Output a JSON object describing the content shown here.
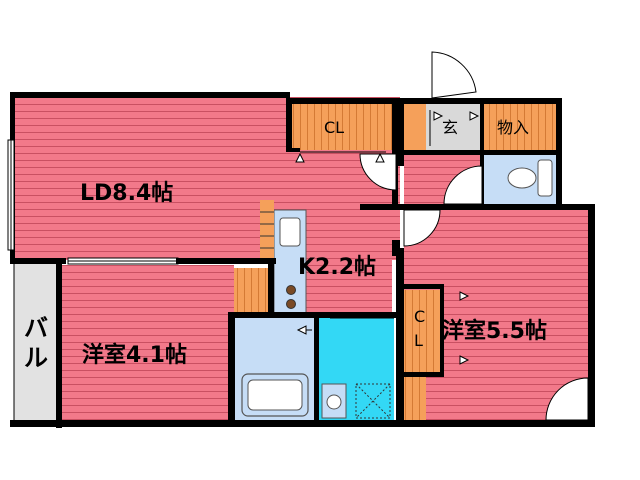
{
  "colors": {
    "room_floor": "#F2798A",
    "floor_lines": "#C95062",
    "storage": "#F5A05A",
    "bathroom": "#C6DDF6",
    "toilet_room": "#33D8F5",
    "entrance_floor": "#D9D9D9",
    "balcony": "#E2E2E2",
    "wall": "#000000"
  },
  "rooms": {
    "ld": "LD8.4帖",
    "kitchen": "K2.2帖",
    "western_a": "洋室4.1帖",
    "western_b": "洋室5.5帖",
    "balcony": [
      "バ",
      "ル"
    ],
    "closet_top": "CL",
    "closet_right": [
      "C",
      "L"
    ],
    "entrance": "玄",
    "storage": "物入"
  },
  "icons": [
    "door-swing-icon",
    "toilet-icon",
    "bathtub-icon",
    "stove-icon",
    "washbasin-icon",
    "sliding-window-icon"
  ]
}
